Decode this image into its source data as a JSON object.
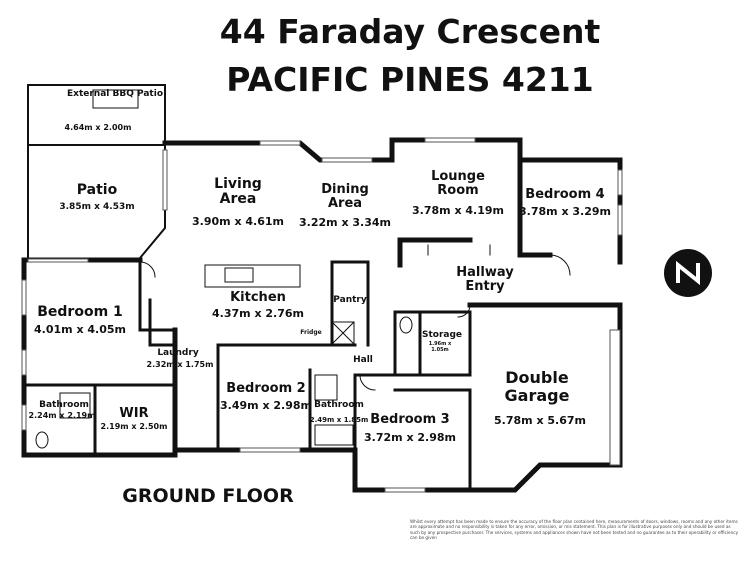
{
  "title": {
    "line1": "44 Faraday Crescent",
    "line2": "PACIFIC PINES 4211"
  },
  "floor_label": "GROUND FLOOR",
  "rooms": {
    "bbq": {
      "name": "External BBQ Patio",
      "dims": "4.64m x 2.00m"
    },
    "patio": {
      "name": "Patio",
      "dims": "3.85m x 4.53m"
    },
    "living": {
      "name": "Living Area",
      "dims": "3.90m x 4.61m"
    },
    "dining": {
      "name": "Dining Area",
      "dims": "3.22m x 3.34m"
    },
    "lounge": {
      "name": "Lounge Room",
      "dims": "3.78m x 4.19m"
    },
    "bed4": {
      "name": "Bedroom 4",
      "dims": "3.78m x 3.29m"
    },
    "hallway": {
      "name": "Hallway Entry"
    },
    "bed1": {
      "name": "Bedroom 1",
      "dims": "4.01m x 4.05m"
    },
    "kitchen": {
      "name": "Kitchen",
      "dims": "4.37m x 2.76m"
    },
    "pantry": {
      "name": "Pantry"
    },
    "fridge": {
      "name": "Fridge"
    },
    "storage": {
      "name": "Storage",
      "dims": "1.96m x 1.05m"
    },
    "laundry": {
      "name": "Laundry",
      "dims": "2.32m x 1.75m"
    },
    "hall": {
      "name": "Hall"
    },
    "garage": {
      "name": "Double Garage",
      "dims": "5.78m x 5.67m"
    },
    "bath1": {
      "name": "Bathroom",
      "dims": "2.24m x 2.19m"
    },
    "wir": {
      "name": "WIR",
      "dims": "2.19m x 2.50m"
    },
    "bed2": {
      "name": "Bedroom 2",
      "dims": "3.49m x 2.98m"
    },
    "bath2": {
      "name": "Bathroom",
      "dims": "2.49m x 1.85m"
    },
    "bed3": {
      "name": "Bedroom 3",
      "dims": "3.72m x 2.98m"
    }
  },
  "disclaimer": "Whilst every attempt has been made to ensure the accuracy of the floor plan contained here, measurements of doors, windows, rooms and any other items are approximate and no responsibility is taken for any error, omission, or mis statement. This plan is for illustrative purposes only and should be used as such by any prospective purchaser. The services, systems and appliances shown have not been tested and no guarantee as to their operability or efficiency can be given",
  "compass": {
    "label": "N",
    "icon": "north-arrow-icon"
  }
}
